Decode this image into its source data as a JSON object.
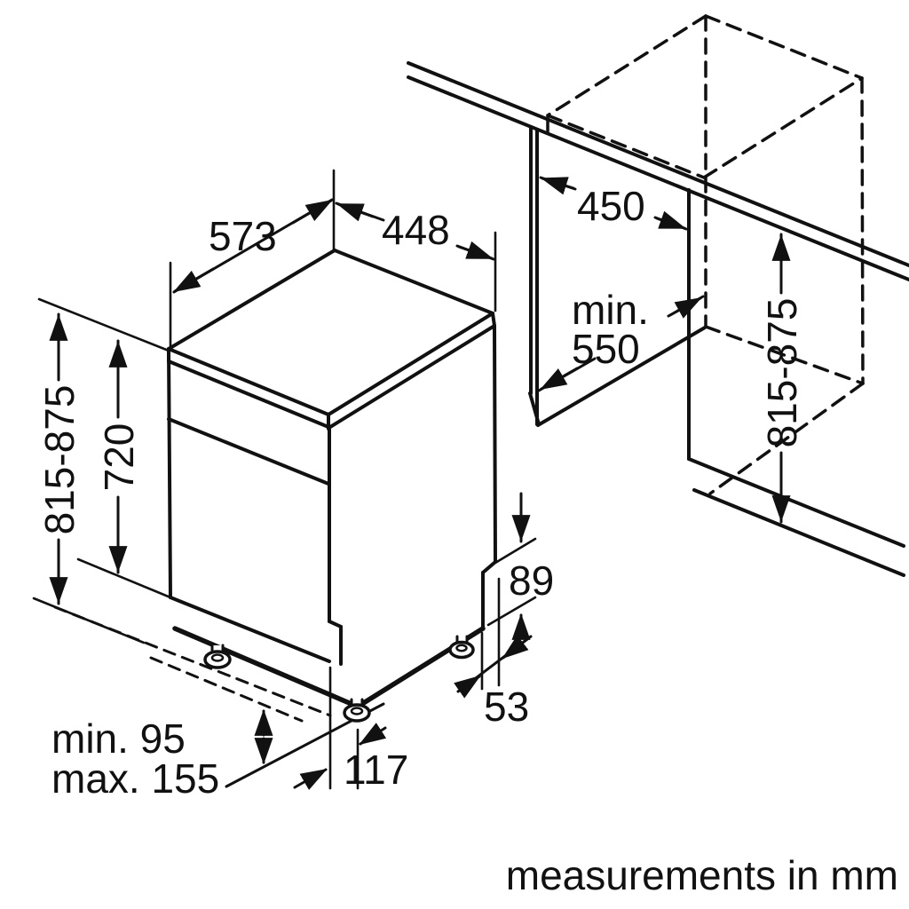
{
  "diagram": {
    "type": "appliance installation dimension drawing",
    "subject": "built-under dishwasher with niche",
    "note": {
      "units": "measurements in mm"
    },
    "colors": {
      "line": "#111111",
      "background": "#ffffff"
    },
    "dims": {
      "depth_top": "573",
      "width_top": "448",
      "niche_width": "450",
      "niche_depth_label": "min.",
      "niche_depth_value": "550",
      "total_height_left": "815-875",
      "body_height": "720",
      "total_height_right": "815-875",
      "rear_recess_height": "89",
      "rear_recess_offset": "53",
      "base_recess_depth": "117",
      "plinth_height_min": "min. 95",
      "plinth_height_max": "max. 155"
    }
  }
}
